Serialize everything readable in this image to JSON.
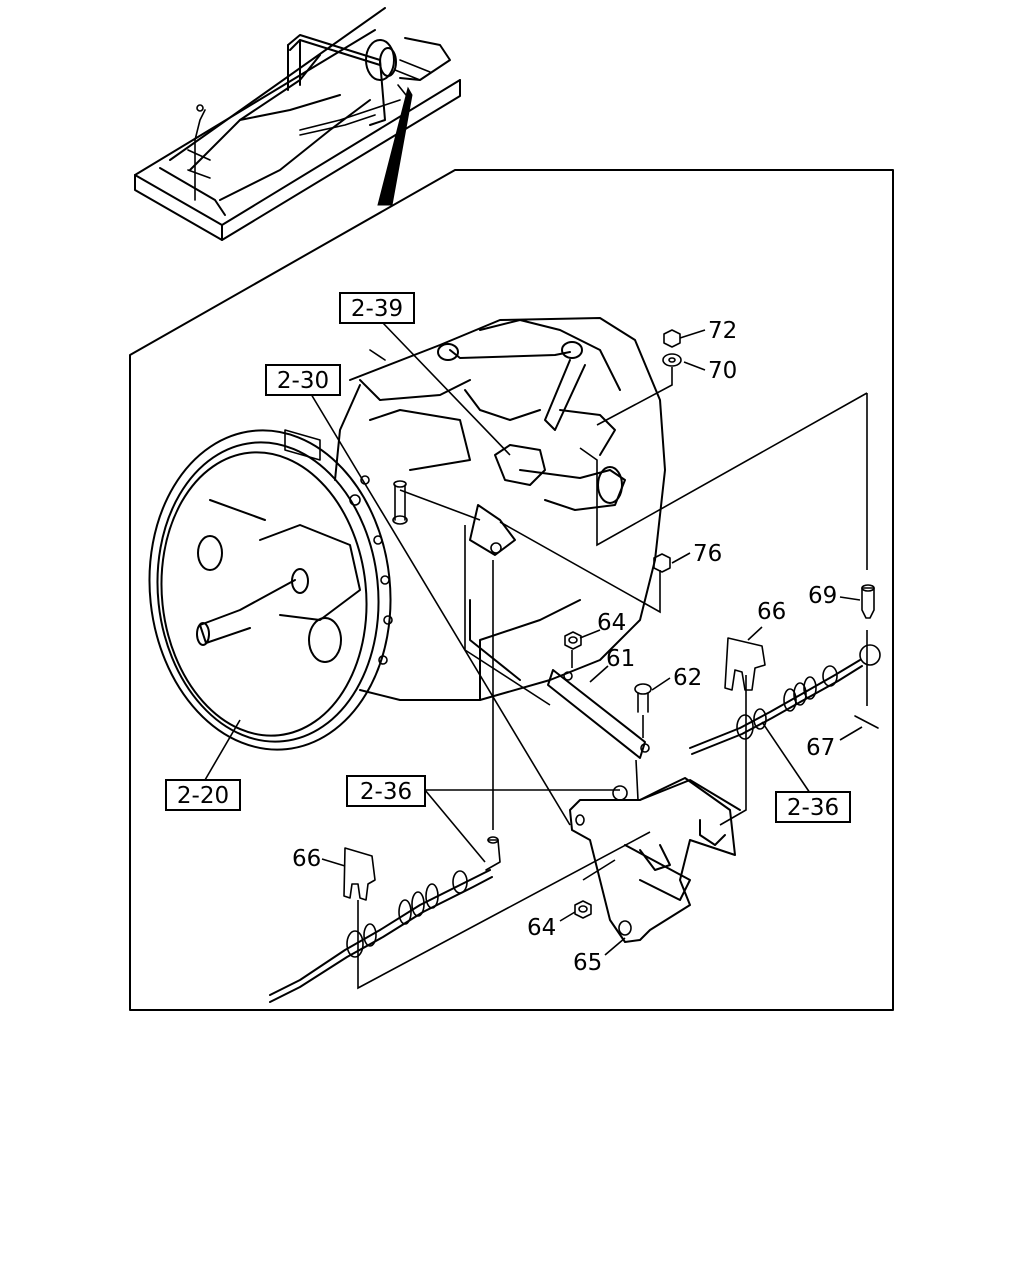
{
  "diagram": {
    "ref_labels": {
      "r239": "2-39",
      "r230": "2-30",
      "r220": "2-20",
      "r236a": "2-36",
      "r236b": "2-36"
    },
    "part_numbers": {
      "p72": "72",
      "p70": "70",
      "p76": "76",
      "p69": "69",
      "p66a": "66",
      "p64a": "64",
      "p61": "61",
      "p62": "62",
      "p67": "67",
      "p66b": "66",
      "p64b": "64",
      "p65": "65"
    }
  }
}
